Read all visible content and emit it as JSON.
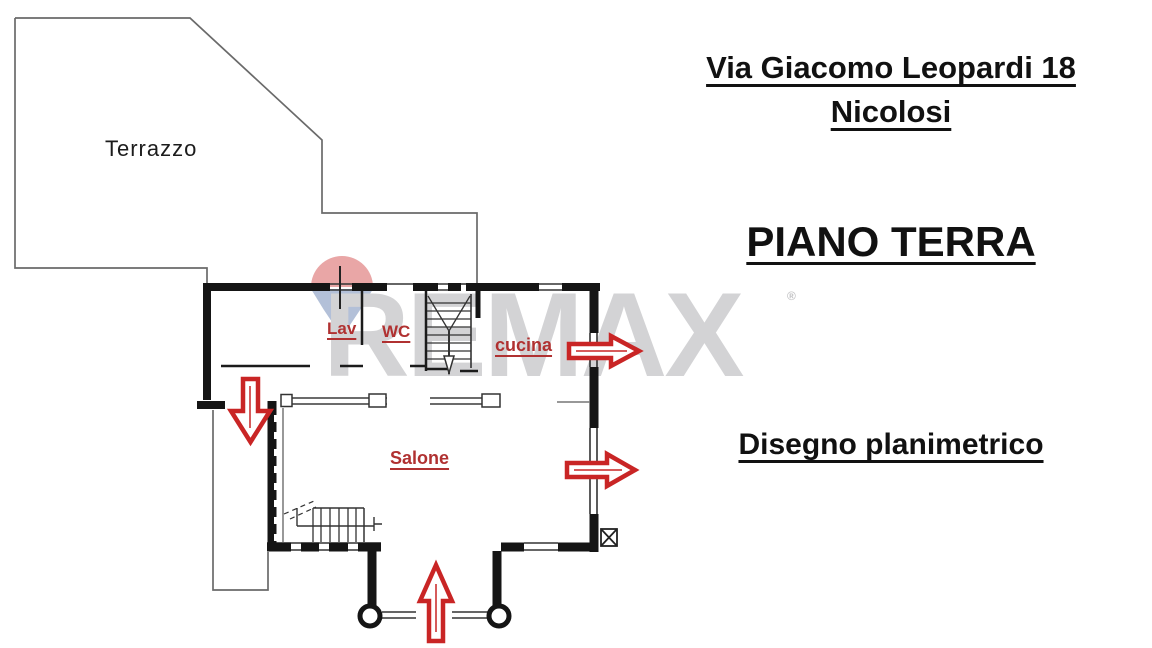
{
  "header": {
    "address_line1": "Via Giacomo Leopardi 18",
    "address_line2": "Nicolosi",
    "floor_title": "PIANO TERRA",
    "drawing_type": "Disegno planimetrico"
  },
  "floorplan": {
    "rooms": [
      {
        "label": "Terrazzo"
      },
      {
        "label": "Lav"
      },
      {
        "label": "WC"
      },
      {
        "label": "cucina"
      },
      {
        "label": "Salone"
      }
    ],
    "entrance_arrows": [
      "arrow-down-icon",
      "arrow-right-icon-kitchen",
      "arrow-right-icon-living",
      "arrow-up-icon"
    ]
  },
  "watermark": {
    "brand": "REMAX",
    "registered_mark": "®"
  },
  "colors": {
    "label_red": "#b03131",
    "arrow_red": "#c92525",
    "wall_black": "#151515",
    "outline_gray": "#6a6a6a",
    "watermark_gray": "#d3d3d5",
    "balloon_red": "#e9a6a6",
    "balloon_blue": "#b3c0d8"
  }
}
